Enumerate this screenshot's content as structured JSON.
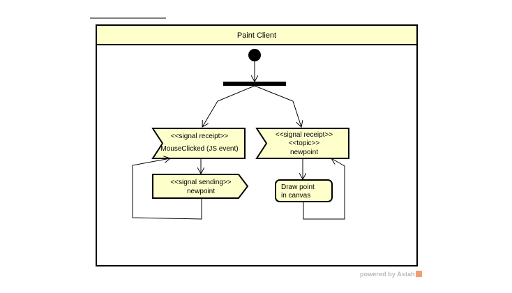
{
  "partition": {
    "title": "Paint Client"
  },
  "nodes": {
    "receipt_left": {
      "stereotype": "<<signal receipt>>",
      "name": "MouseClicked (JS event)"
    },
    "sending": {
      "stereotype": "<<signal sending>>",
      "name": "newpoint"
    },
    "receipt_right": {
      "stereotype": "<<signal receipt>>",
      "stereotype2": "<<topic>>",
      "name": "newpoint"
    },
    "action": {
      "line1": "Draw point",
      "line2": "in canvas"
    }
  },
  "watermark": {
    "text": "powered by Astah"
  },
  "colors": {
    "node_fill": "#ffffcc",
    "header_fill": "#ffffcc",
    "stroke": "#000000",
    "watermark": "#b9b9b9"
  }
}
